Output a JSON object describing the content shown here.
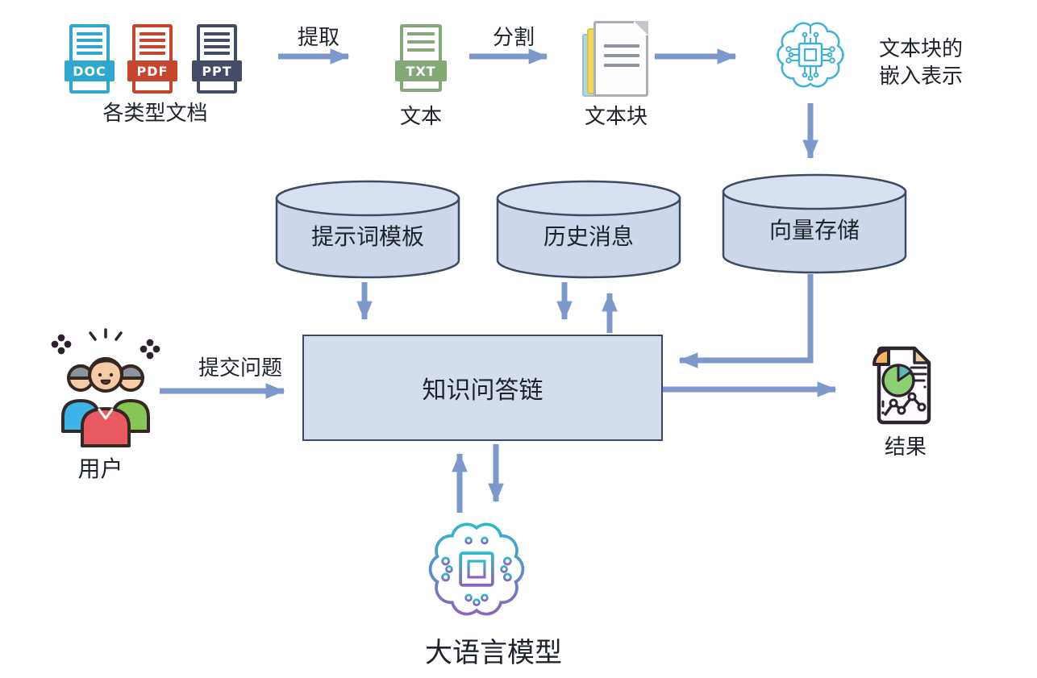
{
  "pipeline": {
    "doc_badges": [
      "DOC",
      "PDF",
      "PPT"
    ],
    "doc_types_label": "各类型文档",
    "extract_label": "提取",
    "txt_badge": "TXT",
    "text_label": "文本",
    "split_label": "分割",
    "chunks_label": "文本块",
    "embedding_label_line1": "文本块的",
    "embedding_label_line2": "嵌入表示"
  },
  "stores": {
    "prompt_template_label": "提示词模板",
    "history_label": "历史消息",
    "vector_store_label": "向量存储"
  },
  "center": {
    "qa_chain_label": "知识问答链"
  },
  "left": {
    "user_label": "用户",
    "submit_label": "提交问题"
  },
  "right": {
    "result_label": "结果"
  },
  "bottom": {
    "llm_label": "大语言模型"
  },
  "colors": {
    "text": "#1e222b",
    "arrow": "#7d99cc",
    "cylinder_fill": "#ccd8ea",
    "cylinder_top": "#d7e1f0",
    "cylinder_stroke": "#3d4a63",
    "box_fill": "#d3ddec",
    "box_stroke": "#3b4a63",
    "doc": "#2fa8cf",
    "pdf": "#c5452f",
    "ppt": "#434b66",
    "txt": "#85a976",
    "brain_cyan": "#3fb3d6",
    "brain_gradient_start": "#2db8cf",
    "brain_gradient_end": "#8a63c0"
  }
}
